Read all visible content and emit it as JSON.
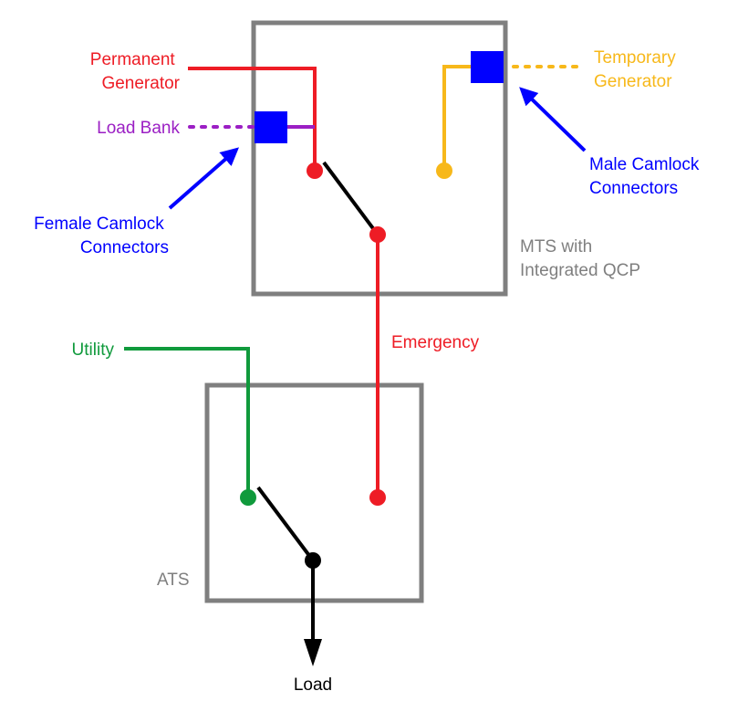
{
  "colors": {
    "red": "#ee1c25",
    "black": "#000000",
    "green": "#109a3c",
    "purple": "#9b1fc4",
    "yellow": "#f7b81a",
    "blue": "#0000ff",
    "gray": "#7f7f7f"
  },
  "labels": {
    "permanent_generator": [
      "Permanent",
      "Generator"
    ],
    "temporary_generator": [
      "Temporary",
      "Generator"
    ],
    "load_bank": "Load Bank",
    "male_camlock": [
      "Male Camlock",
      "Connectors"
    ],
    "female_camlock": [
      "Female Camlock",
      "Connectors"
    ],
    "mts": [
      "MTS with",
      "Integrated QCP"
    ],
    "emergency": "Emergency",
    "utility": "Utility",
    "ats": "ATS",
    "load": "Load"
  }
}
